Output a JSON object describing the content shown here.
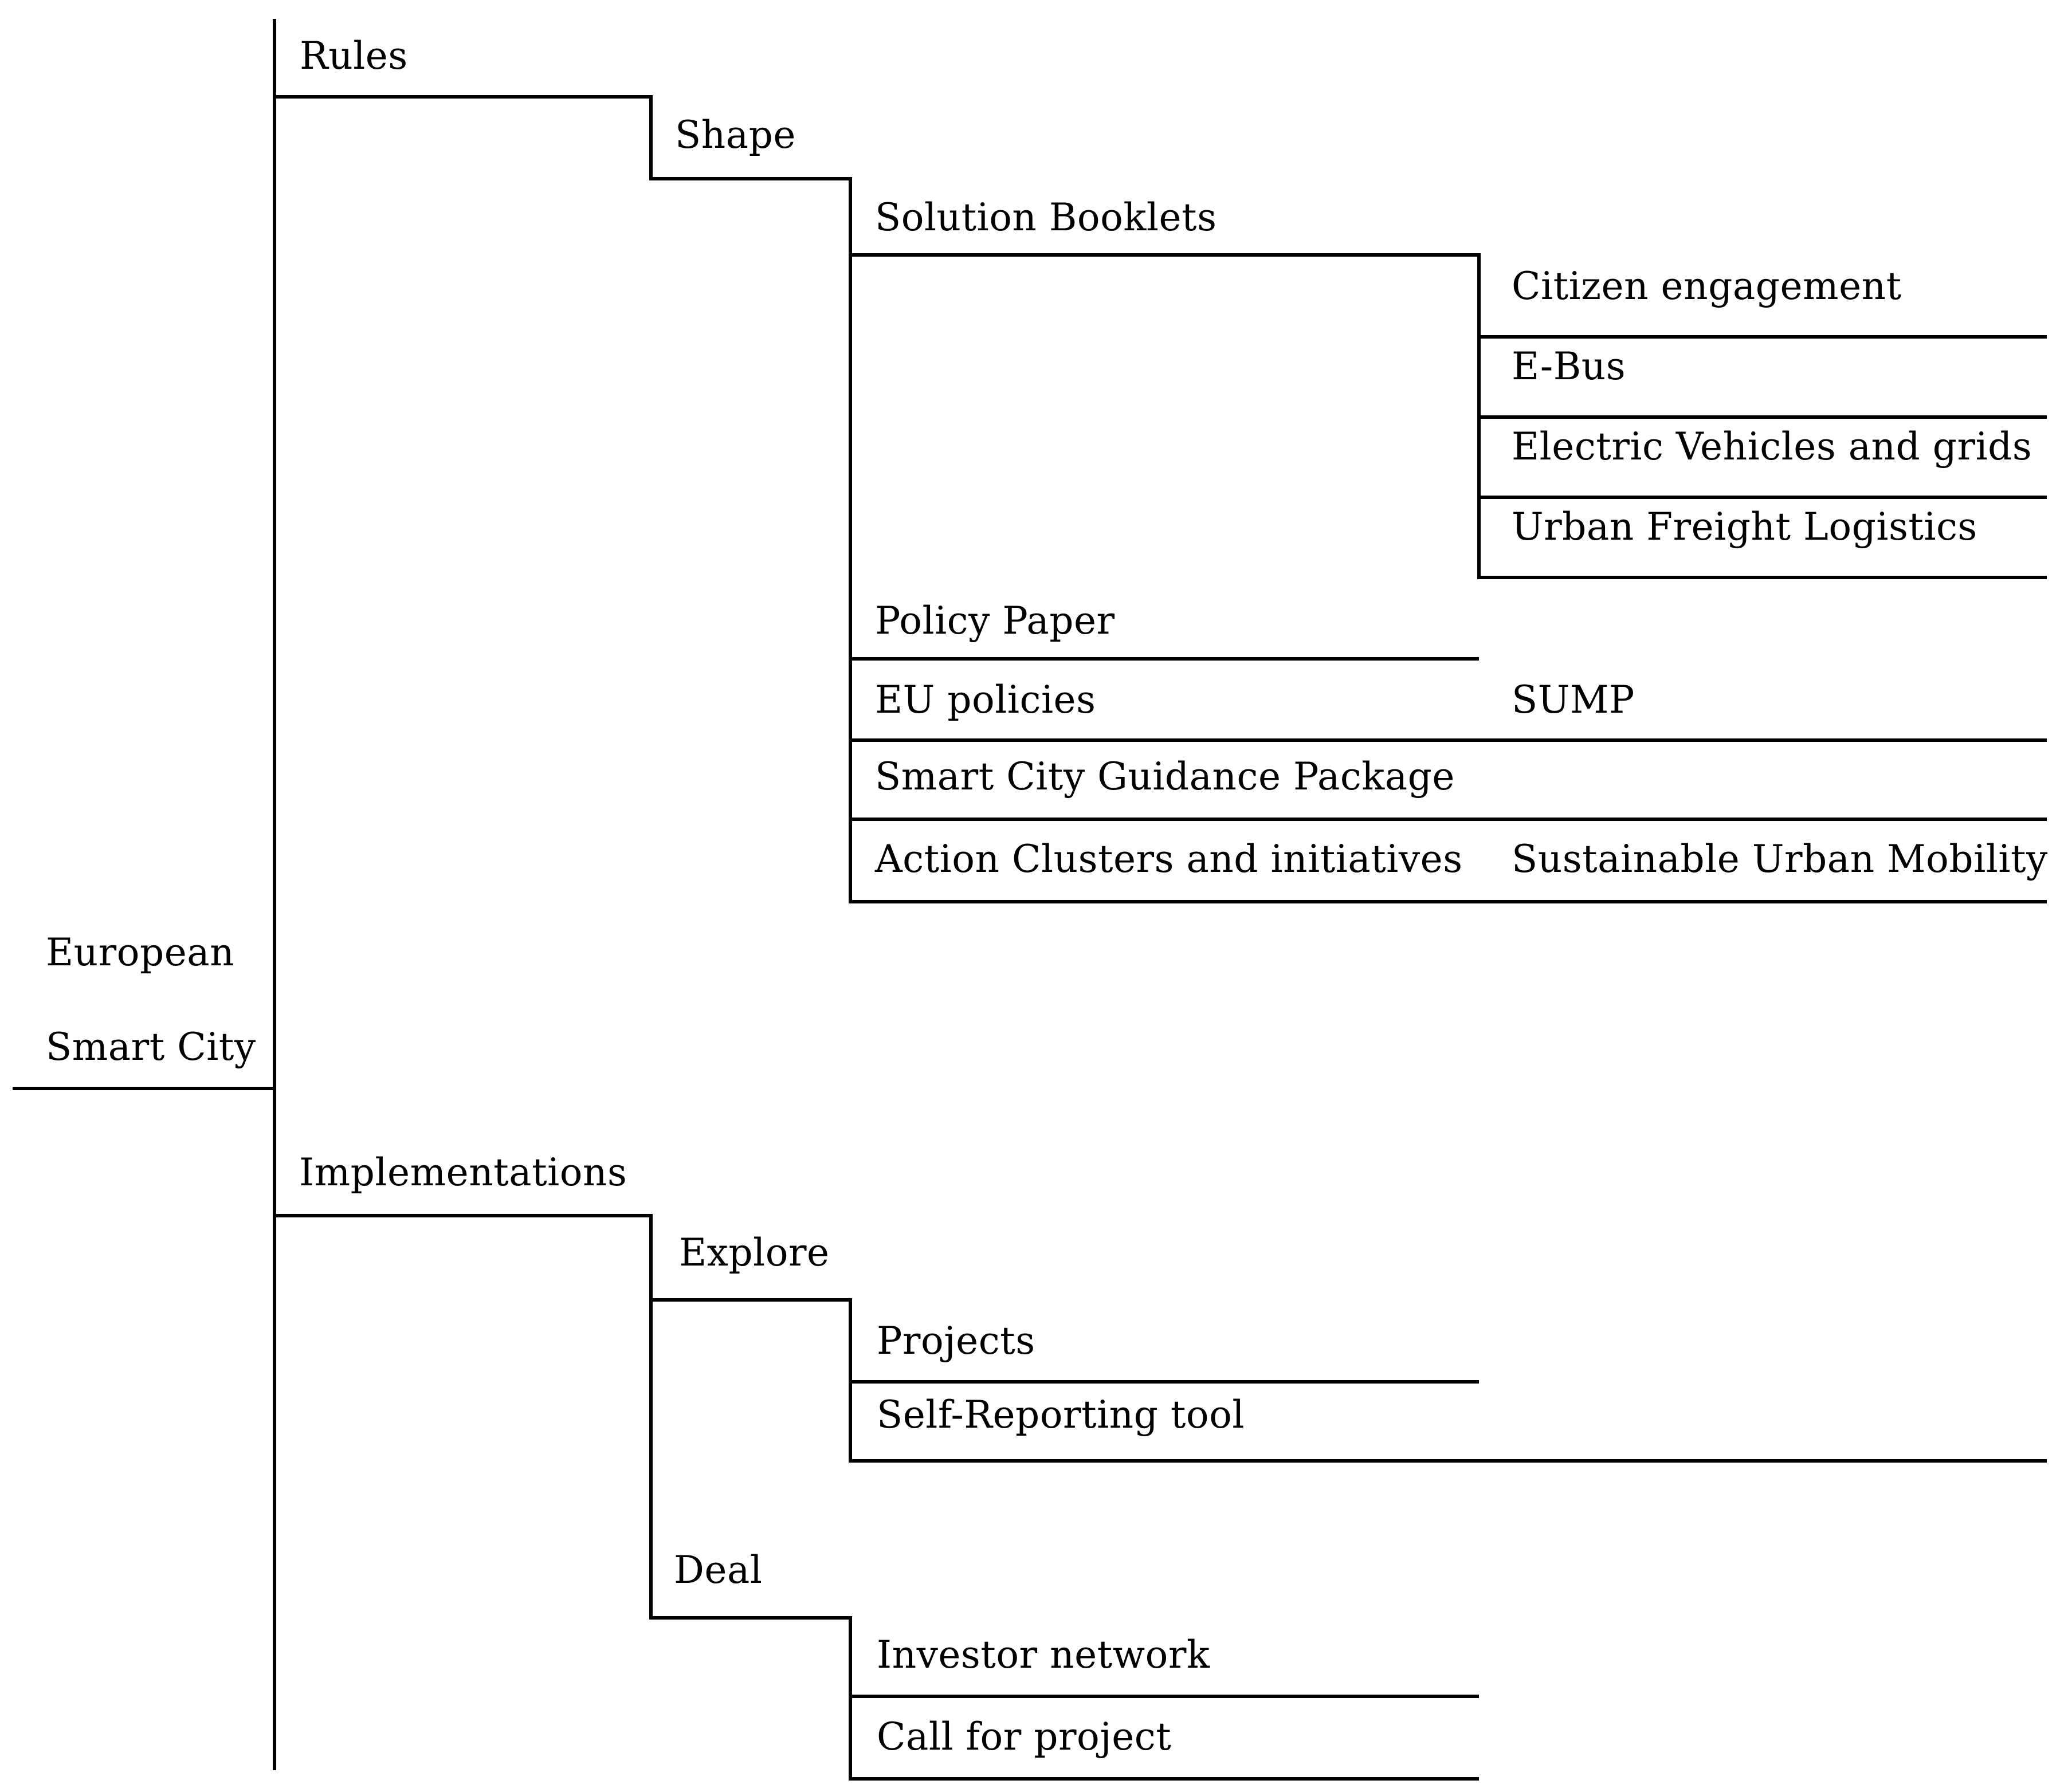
{
  "diagram": {
    "background_color": "#ffffff",
    "line_color": "#000000",
    "text_color": "#000000",
    "root": {
      "line1": "European",
      "line2": "Smart City"
    },
    "labels": {
      "rules": "Rules",
      "shape": "Shape",
      "solution_booklets": "Solution Booklets",
      "citizen_engagement": "Citizen engagement",
      "e_bus": "E-Bus",
      "electric_vehicles": "Electric Vehicles and grids",
      "urban_freight": "Urban Freight Logistics",
      "policy_paper": "Policy Paper",
      "eu_policies": "EU policies",
      "sump": "SUMP",
      "smart_city_guidance": "Smart City Guidance Package",
      "action_clusters": "Action Clusters and initiatives",
      "sustainable_urban_mobility": "Sustainable Urban Mobility",
      "implementations": "Implementations",
      "explore": "Explore",
      "projects": "Projects",
      "self_reporting_tool": "Self-Reporting tool",
      "deal": "Deal",
      "investor_network": "Investor network",
      "call_for_project": "Call for project"
    },
    "hierarchy": {
      "European Smart City": {
        "Rules": {
          "Shape": {
            "Solution Booklets": [
              "Citizen engagement",
              "E-Bus",
              "Electric Vehicles and grids",
              "Urban Freight Logistics"
            ],
            "Policy Paper": [],
            "EU policies": [
              "SUMP"
            ],
            "Smart City Guidance Package": [],
            "Action Clusters and initiatives": [
              "Sustainable Urban Mobility"
            ]
          }
        },
        "Implementations": {
          "Explore": {
            "Projects": [],
            "Self-Reporting tool": []
          },
          "Deal": {
            "Investor network": [],
            "Call for project": []
          }
        }
      }
    }
  }
}
